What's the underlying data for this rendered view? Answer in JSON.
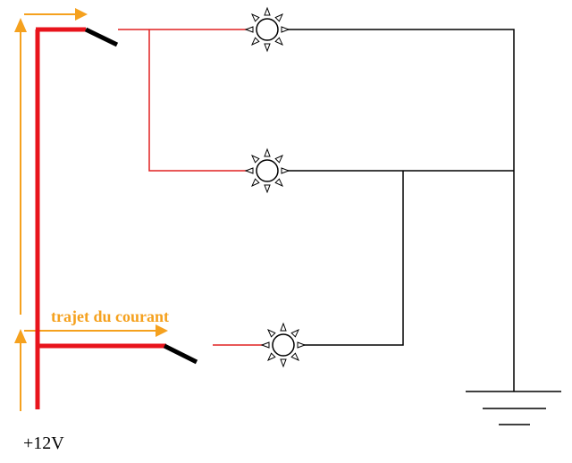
{
  "labels": {
    "current_path": "trajet du courant",
    "supply": "+12V"
  },
  "colors": {
    "supply_wire": "#e8141c",
    "signal_wire": "#e02020",
    "ground_wire": "#000000",
    "switch_lever": "#000000",
    "arrow": "#f5a11e",
    "text_accent": "#f5a11e"
  },
  "components": {
    "switches": [
      "switch-top",
      "switch-bottom"
    ],
    "lamps": [
      "lamp-1",
      "lamp-2",
      "lamp-3"
    ],
    "ground": "ground-symbol"
  },
  "icons": [
    "lamp-icon",
    "ground-icon",
    "arrow-icon"
  ]
}
